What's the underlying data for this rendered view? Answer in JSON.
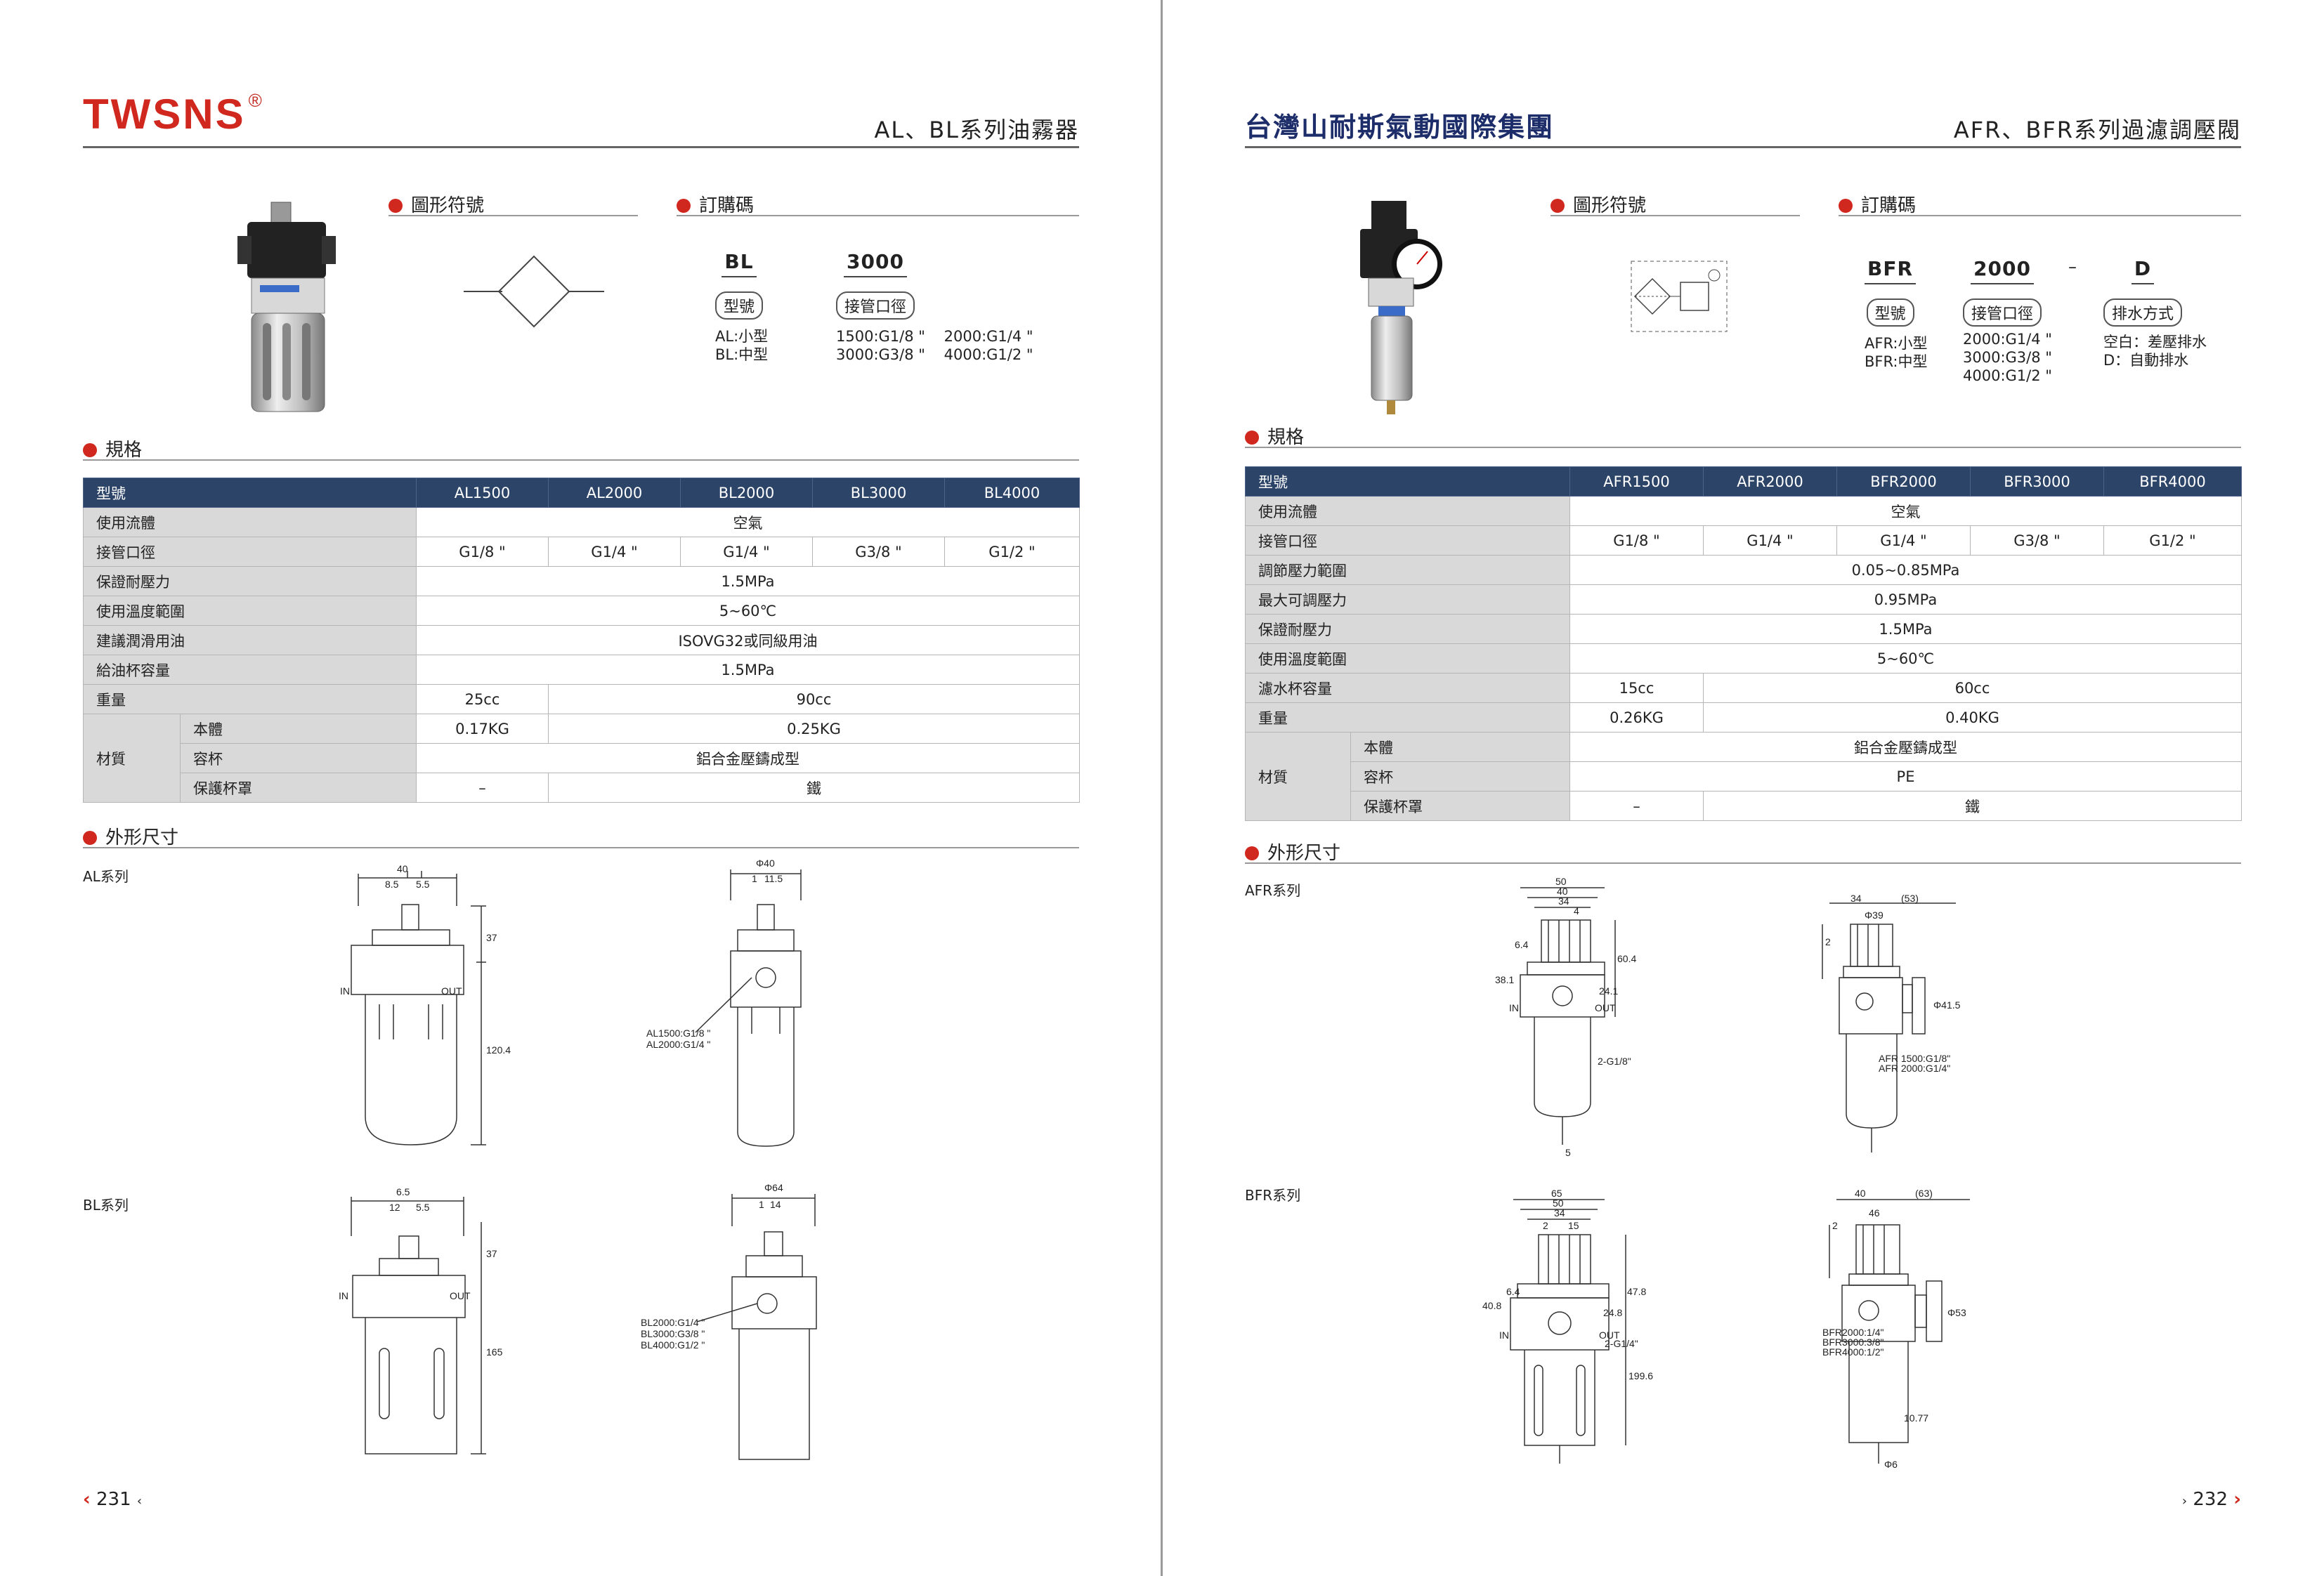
{
  "left": {
    "brand": "TWSNS",
    "reg_mark": "®",
    "series_title": "AL、BL系列油霧器",
    "sec_symbol": "圖形符號",
    "sec_order": "訂購碼",
    "order": {
      "code1": "BL",
      "tag1": "型號",
      "code2": "3000",
      "tag2": "接管口徑",
      "opts1": "AL:小型\nBL:中型",
      "opts2": "1500:G1/8 \"    2000:G1/4 \"\n3000:G3/8 \"    4000:G1/2 \""
    },
    "sec_spec": "規格",
    "table": {
      "headers": [
        "型號",
        "AL1500",
        "AL2000",
        "BL2000",
        "BL3000",
        "BL4000"
      ],
      "fluid": [
        "使用流體",
        "空氣"
      ],
      "port": [
        "接管口徑",
        "G1/8 \"",
        "G1/4 \"",
        "G1/4 \"",
        "G3/8 \"",
        "G1/2 \""
      ],
      "proof": [
        "保證耐壓力",
        "1.5MPa"
      ],
      "temp": [
        "使用溫度範圍",
        "5~60℃"
      ],
      "oil": [
        "建議潤滑用油",
        "ISOVG32或同級用油"
      ],
      "cup": [
        "給油杯容量",
        "1.5MPa"
      ],
      "weight": [
        "重量",
        "25cc",
        "90cc"
      ],
      "material": "材質",
      "body": [
        "本體",
        "0.17KG",
        "0.25KG"
      ],
      "bowl": [
        "容杯",
        "鋁合金壓鑄成型"
      ],
      "guard": [
        "保護杯罩",
        "–",
        "鐵"
      ]
    },
    "sec_dim": "外形尺寸",
    "dim_al": "AL系列",
    "dim_bl": "BL系列",
    "dims": {
      "al_w": "40",
      "al_a": "8.5",
      "al_b": "5.5",
      "al_h1": "37",
      "al_h2": "120.4",
      "al_in": "IN",
      "al_out": "OUT",
      "al_phi": "Φ40",
      "al_c": "1",
      "al_d": "11.5",
      "al_note1": "AL1500:G1/8 \"",
      "al_note2": "AL2000:G1/4 \"",
      "bl_w": "6.5",
      "bl_a": "12",
      "bl_b": "5.5",
      "bl_h1": "37",
      "bl_h2": "165",
      "bl_in": "IN",
      "bl_out": "OUT",
      "bl_phi": "Φ64",
      "bl_c": "1",
      "bl_d": "14",
      "bl_note1": "BL2000:G1/4 \"",
      "bl_note2": "BL3000:G3/8 \"",
      "bl_note3": "BL4000:G1/2 \""
    },
    "page_no": "231"
  },
  "right": {
    "brand_cn": "台灣山耐斯氣動國際集團",
    "series_title": "AFR、BFR系列過濾調壓閥",
    "sec_symbol": "圖形符號",
    "sec_order": "訂購碼",
    "order": {
      "code1": "BFR",
      "tag1": "型號",
      "code2": "2000",
      "tag2": "接管口徑",
      "dash": "–",
      "code3": "D",
      "tag3": "排水方式",
      "opts1": "AFR:小型\nBFR:中型",
      "opts2": "2000:G1/4 \"\n3000:G3/8 \"\n4000:G1/2 \"",
      "opts3": "空白：差壓排水\nD：自動排水"
    },
    "sec_spec": "規格",
    "table": {
      "headers": [
        "型號",
        "AFR1500",
        "AFR2000",
        "BFR2000",
        "BFR3000",
        "BFR4000"
      ],
      "fluid": [
        "使用流體",
        "空氣"
      ],
      "port": [
        "接管口徑",
        "G1/8 \"",
        "G1/4 \"",
        "G1/4 \"",
        "G3/8 \"",
        "G1/2 \""
      ],
      "range": [
        "調節壓力範圍",
        "0.05~0.85MPa"
      ],
      "maxp": [
        "最大可調壓力",
        "0.95MPa"
      ],
      "proof": [
        "保證耐壓力",
        "1.5MPa"
      ],
      "temp": [
        "使用溫度範圍",
        "5~60℃"
      ],
      "cup": [
        "濾水杯容量",
        "15cc",
        "60cc"
      ],
      "weight": [
        "重量",
        "0.26KG",
        "0.40KG"
      ],
      "material": "材質",
      "body": [
        "本體",
        "鋁合金壓鑄成型"
      ],
      "bowl": [
        "容杯",
        "PE"
      ],
      "guard": [
        "保護杯罩",
        "–",
        "鐵"
      ]
    },
    "sec_dim": "外形尺寸",
    "dim_afr": "AFR系列",
    "dim_bfr": "BFR系列",
    "dims": {
      "afr_50": "50",
      "afr_40": "40",
      "afr_34": "34",
      "afr_4": "4",
      "afr_64": "6.4",
      "afr_381": "38.1",
      "afr_604": "60.4",
      "afr_241": "24.1",
      "afr_in": "IN",
      "afr_out": "OUT",
      "afr_port": "2-G1/8\"",
      "afr_5": "5",
      "afr_34b": "34",
      "afr_53": "(53)",
      "afr_39": "Φ39",
      "afr_2": "2",
      "afr_415": "Φ41.5",
      "afr_note1": "AFR 1500:G1/8\"",
      "afr_note2": "AFR 2000:G1/4\"",
      "bfr_65": "65",
      "bfr_50": "50",
      "bfr_34": "34",
      "bfr_2": "2",
      "bfr_15": "15",
      "bfr_408": "40.8",
      "bfr_64": "6.4",
      "bfr_248": "24.8",
      "bfr_478": "47.8",
      "bfr_in": "IN",
      "bfr_out": "OUT",
      "bfr_port": "2-G1/4\"",
      "bfr_1996": "199.6",
      "bfr_40": "40",
      "bfr_63": "(63)",
      "bfr_46": "46",
      "bfr_2b": "2",
      "bfr_53": "Φ53",
      "bfr_1077": "10.77",
      "bfr_6": "Φ6",
      "bfr_note1": "BFR2000:1/4\"",
      "bfr_note2": "BFR3000:3/8\"",
      "bfr_note3": "BFR4000:1/2\""
    },
    "page_no": "232"
  }
}
